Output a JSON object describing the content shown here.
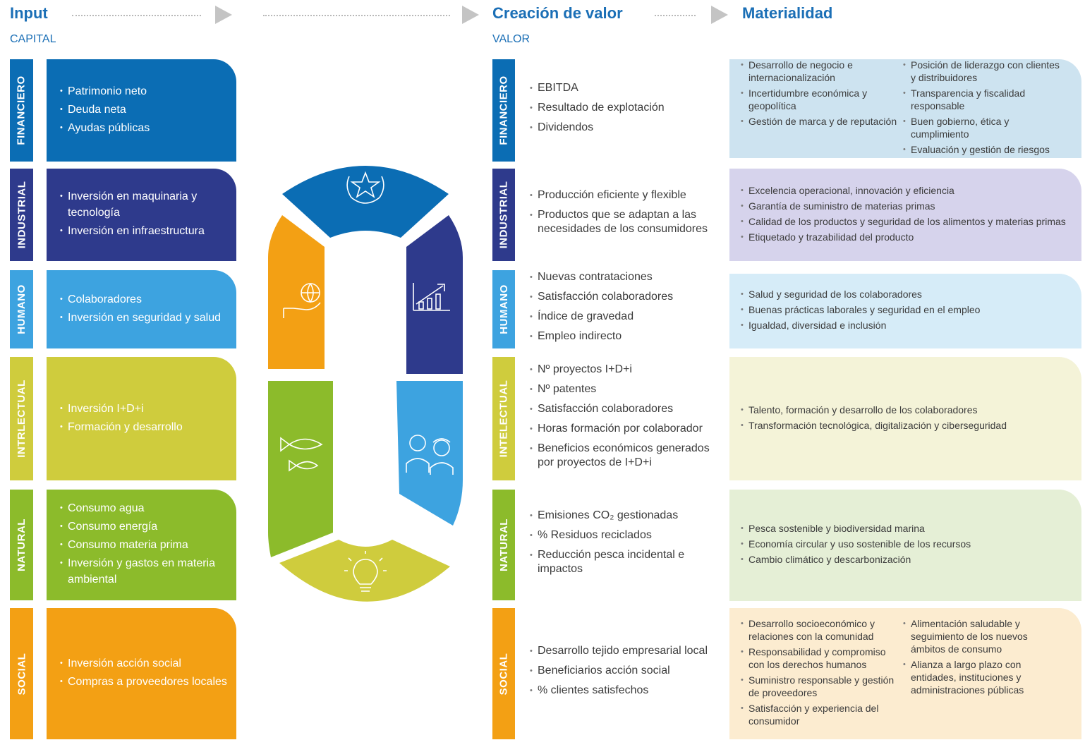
{
  "header": {
    "input": "Input",
    "capital": "CAPITAL",
    "creacion": "Creación de valor",
    "valor": "VALOR",
    "materialidad": "Materialidad"
  },
  "colors": {
    "financiero": "#0b6db4",
    "industrial": "#2e3a8c",
    "humano": "#3da3e0",
    "intelectual": "#cfcc3d",
    "natural": "#8cbb2b",
    "social": "#f3a014",
    "r_financiero": "#cde3f0",
    "r_industrial": "#d6d3ec",
    "r_humano": "#d6ecf8",
    "r_intelectual": "#f4f3d8",
    "r_natural": "#e5efd6",
    "r_social": "#fcecd0"
  },
  "left": {
    "financiero": {
      "label": "FINANCIERO",
      "items": [
        "Patrimonio neto",
        "Deuda neta",
        "Ayudas públicas"
      ]
    },
    "industrial": {
      "label": "INDUSTRIAL",
      "items": [
        "Inversión en maquinaria y tecnología",
        "Inversión en infraestructura"
      ]
    },
    "humano": {
      "label": "HUMANO",
      "items": [
        "Colaboradores",
        "Inversión en seguridad y salud"
      ]
    },
    "intelectual": {
      "label": "INTRLECTUAL",
      "items": [
        "Inversión I+D+i",
        "Formación y desarrollo"
      ]
    },
    "natural": {
      "label": "NATURAL",
      "items": [
        "Consumo agua",
        "Consumo energía",
        "Consumo materia prima",
        "Inversión y gastos en materia ambiental"
      ]
    },
    "social": {
      "label": "SOCIAL",
      "items": [
        "Inversión acción social",
        "Compras a proveedores locales"
      ]
    }
  },
  "cycle": {
    "icons": [
      "laurel-star-icon",
      "globe-hand-icon",
      "growth-chart-icon",
      "fish-icon",
      "workers-icon",
      "lightbulb-icon"
    ]
  },
  "middle": {
    "financiero": {
      "label": "FINANCIERO",
      "items": [
        "EBITDA",
        "Resultado de explotación",
        "Dividendos"
      ]
    },
    "industrial": {
      "label": "INDUSTRIAL",
      "items": [
        "Producción eficiente y flexible",
        "Productos que se adaptan a las necesidades de los consumidores"
      ]
    },
    "humano": {
      "label": "HUMANO",
      "items": [
        "Nuevas contrataciones",
        "Satisfacción colaboradores",
        "Índice de gravedad",
        "Empleo indirecto"
      ]
    },
    "intelectual": {
      "label": "INTELECTUAL",
      "items": [
        "Nº proyectos I+D+i",
        "Nº patentes",
        "Satisfacción colaboradores",
        "Horas formación por colaborador",
        "Beneficios económicos generados por proyectos de I+D+i"
      ]
    },
    "natural": {
      "label": "NATURAL",
      "items": [
        "Emisiones CO₂ gestionadas",
        "% Residuos reciclados",
        "Reducción pesca incidental e impactos"
      ]
    },
    "social": {
      "label": "SOCIAL",
      "items": [
        "Desarrollo tejido empresarial local",
        "Beneficiarios acción social",
        "% clientes satisfechos"
      ]
    }
  },
  "right": {
    "financiero": {
      "col1": [
        "Desarrollo de negocio e internacionalización",
        "Incertidumbre económica y geopolítica",
        "Gestión de marca y de reputación"
      ],
      "col2": [
        "Posición de liderazgo con clientes y distribuidores",
        "Transparencia y fiscalidad responsable",
        "Buen gobierno, ética y cumplimiento",
        "Evaluación y gestión de riesgos"
      ]
    },
    "industrial": {
      "items": [
        "Excelencia operacional, innovación y eficiencia",
        "Garantía de suministro de materias primas",
        "Calidad de los productos y seguridad de los alimentos y materias primas",
        "Etiquetado y trazabilidad del producto"
      ]
    },
    "humano": {
      "items": [
        "Salud y seguridad de los colaboradores",
        "Buenas prácticas laborales y seguridad en el empleo",
        "Igualdad, diversidad e inclusión"
      ]
    },
    "intelectual": {
      "items": [
        "Talento, formación y desarrollo de los colaboradores",
        "Transformación tecnológica, digitalización y ciberseguridad"
      ]
    },
    "natural": {
      "items": [
        "Pesca sostenible y biodiversidad marina",
        "Economía circular y uso sostenible de los recursos",
        "Cambio climático y descarbonización"
      ]
    },
    "social": {
      "col1": [
        "Desarrollo socioeconómico y relaciones con la comunidad",
        "Responsabilidad y compromiso con los derechos humanos",
        "Suministro responsable y gestión de proveedores",
        "Satisfacción y experiencia del consumidor"
      ],
      "col2": [
        "Alimentación saludable y seguimiento de los nuevos ámbitos de consumo",
        "Alianza a largo plazo con entidades, instituciones y administraciones públicas"
      ]
    }
  }
}
